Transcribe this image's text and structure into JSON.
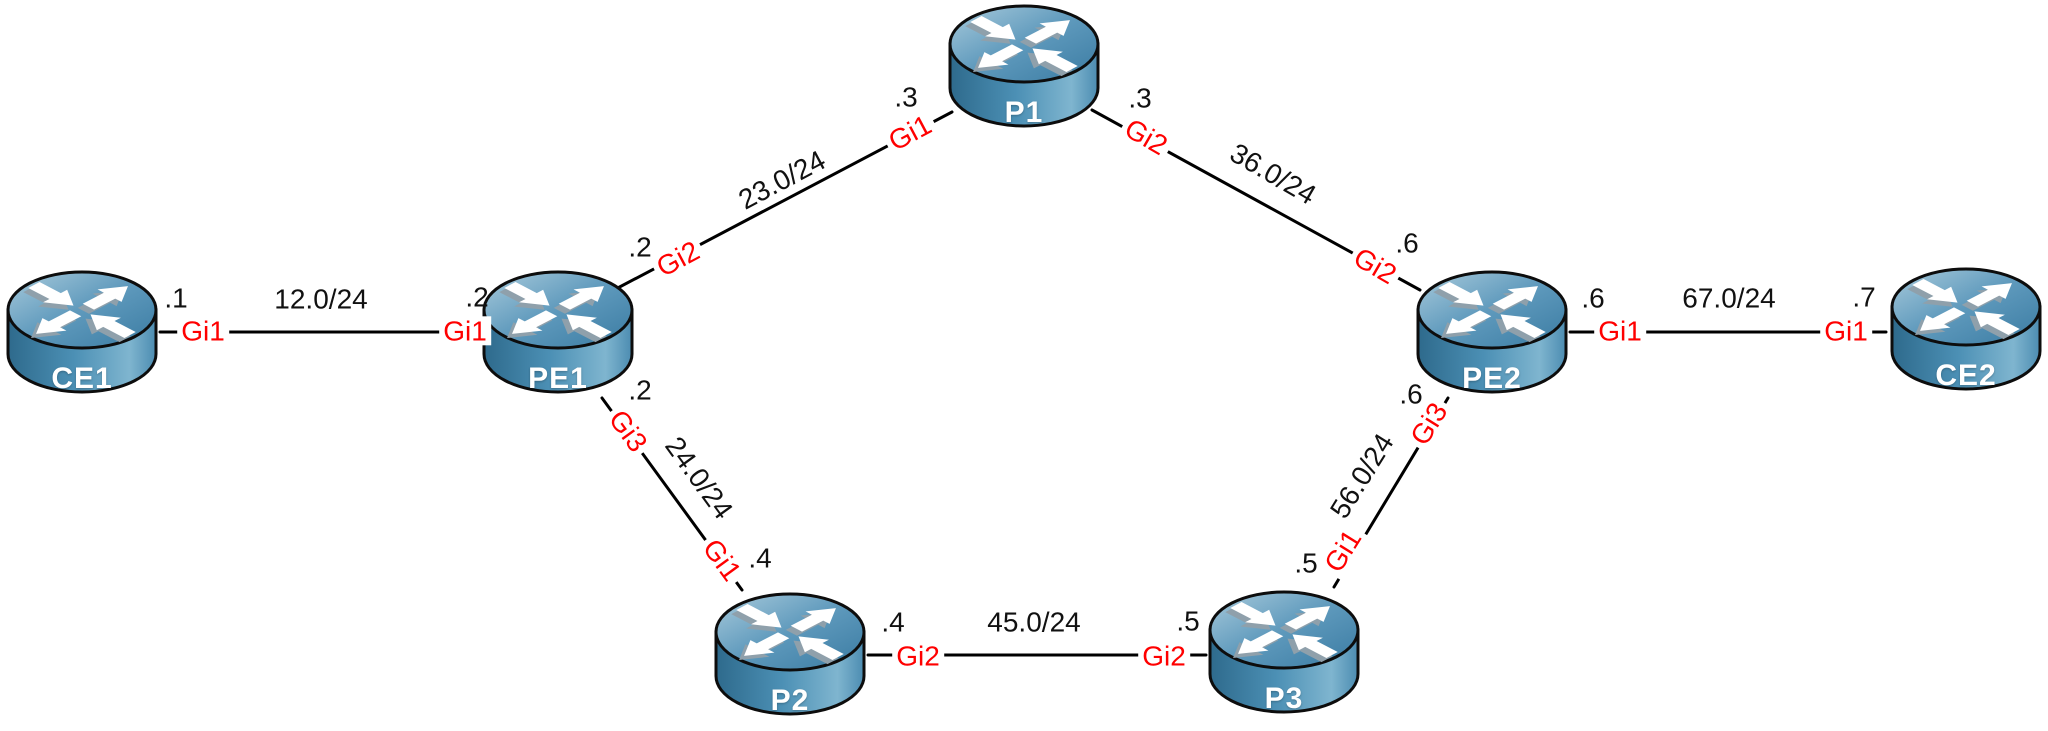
{
  "diagram": {
    "type": "network-topology",
    "background_color": "#ffffff",
    "colors": {
      "interface_label": "#ff0000",
      "text": "#111111",
      "link": "#000000",
      "router_top": "#5e99bc",
      "router_side": "#4c90b5",
      "node_label": "#ffffff"
    },
    "nodes": [
      {
        "id": "CE1",
        "label": "CE1"
      },
      {
        "id": "PE1",
        "label": "PE1"
      },
      {
        "id": "P1",
        "label": "P1"
      },
      {
        "id": "PE2",
        "label": "PE2"
      },
      {
        "id": "CE2",
        "label": "CE2"
      },
      {
        "id": "P2",
        "label": "P2"
      },
      {
        "id": "P3",
        "label": "P3"
      }
    ],
    "links": [
      {
        "from": "CE1",
        "to": "PE1",
        "network": "12.0/24",
        "from_ip": ".1",
        "from_if": "Gi1",
        "to_ip": ".2",
        "to_if": "Gi1"
      },
      {
        "from": "PE1",
        "to": "P1",
        "network": "23.0/24",
        "from_ip": ".2",
        "from_if": "Gi2",
        "to_ip": ".3",
        "to_if": "Gi1"
      },
      {
        "from": "P1",
        "to": "PE2",
        "network": "36.0/24",
        "from_ip": ".3",
        "from_if": "Gi2",
        "to_ip": ".6",
        "to_if": "Gi2"
      },
      {
        "from": "PE2",
        "to": "CE2",
        "network": "67.0/24",
        "from_ip": ".6",
        "from_if": "Gi1",
        "to_ip": ".7",
        "to_if": "Gi1"
      },
      {
        "from": "PE1",
        "to": "P2",
        "network": "24.0/24",
        "from_ip": ".2",
        "from_if": "Gi3",
        "to_ip": ".4",
        "to_if": "Gi1"
      },
      {
        "from": "P2",
        "to": "P3",
        "network": "45.0/24",
        "from_ip": ".4",
        "from_if": "Gi2",
        "to_ip": ".5",
        "to_if": "Gi2"
      },
      {
        "from": "P3",
        "to": "PE2",
        "network": "56.0/24",
        "from_ip": ".5",
        "from_if": "Gi1",
        "to_ip": ".6",
        "to_if": "Gi3"
      }
    ]
  }
}
